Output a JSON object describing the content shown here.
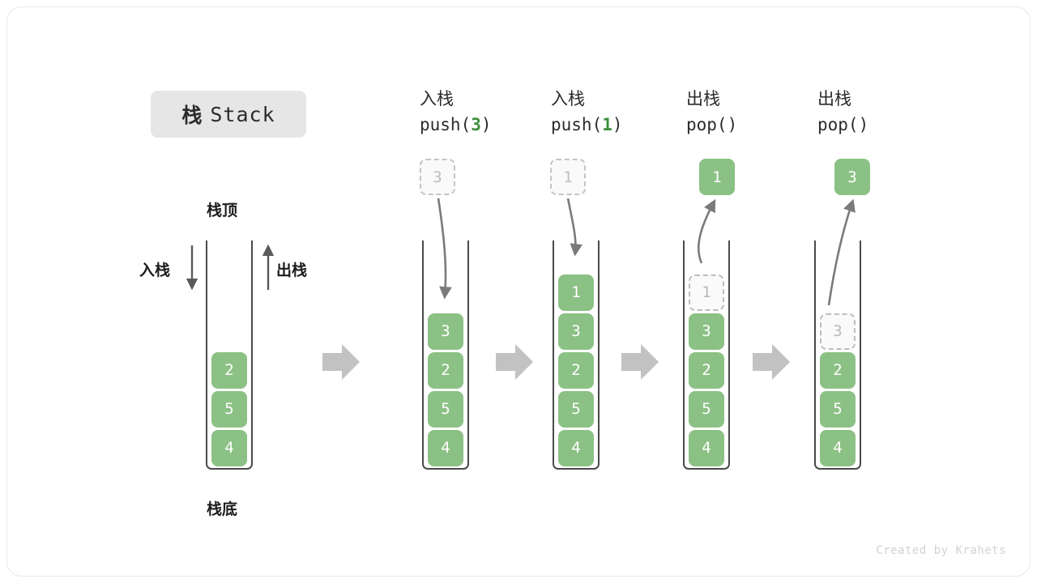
{
  "title": {
    "cn": "栈",
    "en": "Stack"
  },
  "labels": {
    "top": "栈顶",
    "bottom": "栈底",
    "push_side": "入栈",
    "pop_side": "出栈"
  },
  "operations": [
    {
      "cn": "入栈",
      "code_prefix": "push(",
      "arg": "3",
      "code_suffix": ")"
    },
    {
      "cn": "入栈",
      "code_prefix": "push(",
      "arg": "1",
      "code_suffix": ")"
    },
    {
      "cn": "出栈",
      "code_prefix": "pop(",
      "arg": "",
      "code_suffix": ")"
    },
    {
      "cn": "出栈",
      "code_prefix": "pop(",
      "arg": "",
      "code_suffix": ")"
    }
  ],
  "stages": [
    {
      "name": "initial-stack",
      "cells_bottom_to_top": [
        "4",
        "5",
        "2"
      ],
      "ghost_top": null,
      "float_box": null
    },
    {
      "name": "after-push-3",
      "cells_bottom_to_top": [
        "4",
        "5",
        "2",
        "3"
      ],
      "ghost_top": null,
      "float_box": {
        "value": "3",
        "style": "ghost"
      }
    },
    {
      "name": "after-push-1",
      "cells_bottom_to_top": [
        "4",
        "5",
        "2",
        "3",
        "1"
      ],
      "ghost_top": null,
      "float_box": {
        "value": "1",
        "style": "ghost"
      }
    },
    {
      "name": "after-pop-1",
      "cells_bottom_to_top": [
        "4",
        "5",
        "2",
        "3"
      ],
      "ghost_top": "1",
      "float_box": {
        "value": "1",
        "style": "filled"
      }
    },
    {
      "name": "after-pop-3",
      "cells_bottom_to_top": [
        "4",
        "5",
        "2"
      ],
      "ghost_top": "3",
      "float_box": {
        "value": "3",
        "style": "filled"
      }
    }
  ],
  "transition_arrows": 4,
  "colors": {
    "cell_green": "#8cc185",
    "accent_green": "#3d8f3d",
    "arrow_gray": "#c0c0c0",
    "line_gray": "#7a7a7a",
    "chip_gray": "#e6e6e6"
  },
  "footer": "Created by Krahets"
}
